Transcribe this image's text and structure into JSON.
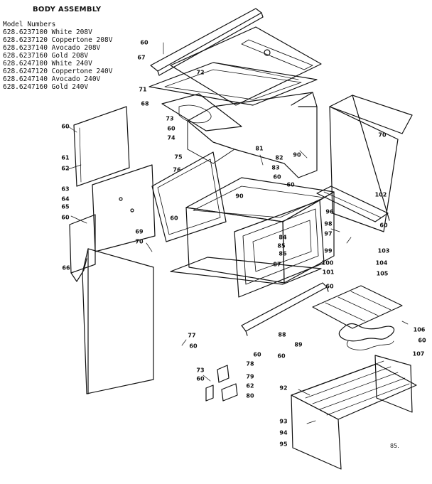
{
  "title": "BODY ASSEMBLY",
  "model_numbers": {
    "heading": "Model Numbers",
    "entries": [
      "628.6237100 White 208V",
      "628.6237120 Coppertone 208V",
      "628.6237140 Avocado 208V",
      "628.6237160 Gold 208V",
      "628.6247100 White 240V",
      "628.6247120 Coppertone 240V",
      "628.6247140 Avocado 240V",
      "628.6247160 Gold 240V"
    ]
  },
  "callouts": [
    "60",
    "67",
    "72",
    "71",
    "68",
    "73",
    "60",
    "74",
    "60",
    "81",
    "82",
    "90",
    "70",
    "61",
    "62",
    "63",
    "75",
    "76",
    "83",
    "60",
    "60",
    "90",
    "102",
    "64",
    "65",
    "60",
    "60",
    "97",
    "96",
    "98",
    "60",
    "103",
    "104",
    "69",
    "70",
    "84",
    "85",
    "86",
    "87",
    "99",
    "100",
    "101",
    "105",
    "66",
    "60",
    "77",
    "60",
    "106",
    "60",
    "89",
    "88",
    "60",
    "60",
    "107",
    "73",
    "78",
    "79",
    "60",
    "62",
    "80",
    "92",
    "93",
    "94",
    "95"
  ],
  "page_number": "85."
}
